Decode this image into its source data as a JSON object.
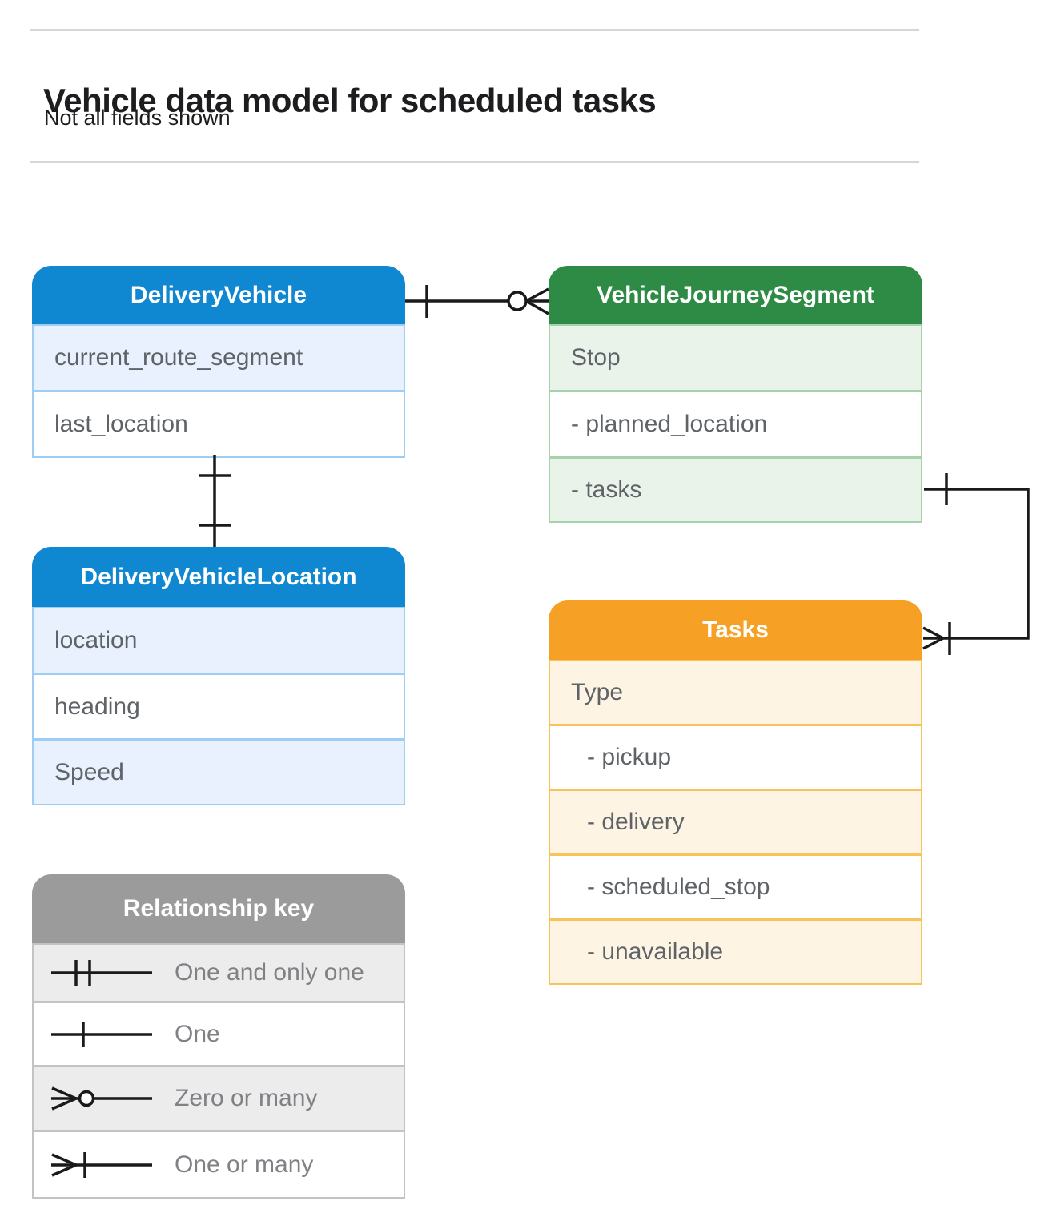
{
  "header": {
    "title": "Vehicle data model for scheduled tasks",
    "subtitle": "Not all fields shown"
  },
  "entities": [
    {
      "name": "DeliveryVehicle",
      "rows": [
        "current_route_segment",
        "last_location"
      ]
    },
    {
      "name": "VehicleJourneySegment",
      "rows": [
        "Stop",
        "- planned_location",
        "- tasks"
      ]
    },
    {
      "name": "DeliveryVehicleLocation",
      "rows": [
        "location",
        "heading",
        "Speed"
      ]
    },
    {
      "name": "Tasks",
      "rows": [
        "Type",
        "- pickup",
        "- delivery",
        "- scheduled_stop",
        "- unavailable"
      ]
    }
  ],
  "legend": {
    "title": "Relationship key",
    "items": [
      {
        "symbol": "one-and-only-one-symbol",
        "label": "One and only one"
      },
      {
        "symbol": "one-symbol",
        "label": "One"
      },
      {
        "symbol": "zero-or-many-symbol",
        "label": "Zero or many"
      },
      {
        "symbol": "one-or-many-symbol",
        "label": "One or many"
      }
    ]
  },
  "relationships": [
    {
      "from": "DeliveryVehicle",
      "to": "VehicleJourneySegment",
      "from_cardinality": "one",
      "to_cardinality": "zero-or-many"
    },
    {
      "from": "DeliveryVehicle",
      "to": "DeliveryVehicleLocation",
      "from_cardinality": "one",
      "to_cardinality": "one"
    },
    {
      "from": "VehicleJourneySegment.tasks",
      "to": "Tasks",
      "from_cardinality": "one",
      "to_cardinality": "one-or-many"
    }
  ],
  "colors": {
    "blue_header": "#0f87d1",
    "blue_row": "#e8f1fd",
    "green_header": "#2e8b45",
    "green_row": "#e9f3ea",
    "orange_header": "#f6a125",
    "orange_row": "#fdf4e4",
    "gray_header": "#9b9b9b",
    "gray_row": "#ececec",
    "line": "#1a1a1a"
  }
}
